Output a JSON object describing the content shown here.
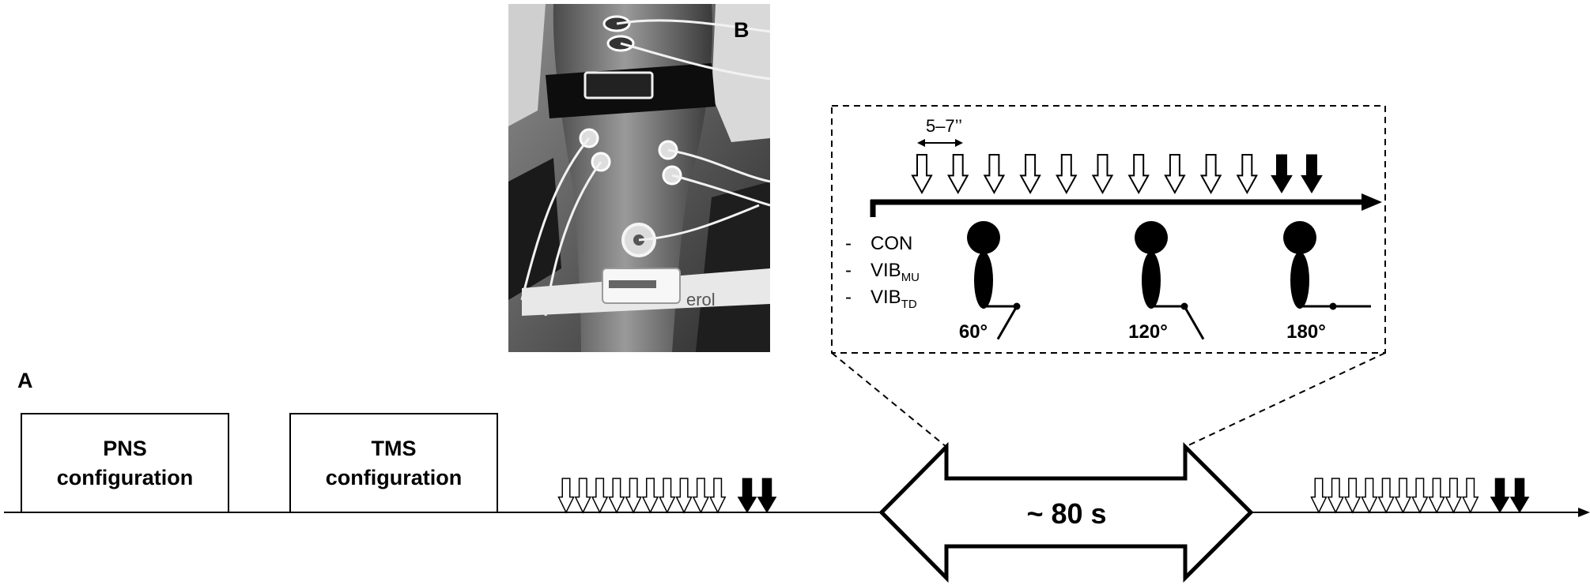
{
  "panel_labels": {
    "a": "A",
    "b": "B"
  },
  "timeline": {
    "boxes": [
      {
        "line1": "PNS",
        "line2": "configuration"
      },
      {
        "line1": "TMS",
        "line2": "configuration"
      }
    ],
    "duration_label": "~ 80 s",
    "open_arrows_per_block": 10,
    "filled_arrows_per_block": 2,
    "blocks": 2
  },
  "inset": {
    "interval_label": "5–7’’",
    "open_arrows": 10,
    "filled_arrows": 2,
    "conditions": [
      {
        "dash": "-",
        "main": "CON",
        "sub": ""
      },
      {
        "dash": "-",
        "main": "VIB",
        "sub": "MU"
      },
      {
        "dash": "-",
        "main": "VIB",
        "sub": "TD"
      }
    ],
    "angles": [
      {
        "label": "60°",
        "degrees": 60
      },
      {
        "label": "120°",
        "degrees": 120
      },
      {
        "label": "180°",
        "degrees": 180
      }
    ]
  },
  "photo": {
    "device_text": "erol",
    "icon": "knee-electrode-photo"
  },
  "colors": {
    "ink": "#000000",
    "background": "#ffffff"
  }
}
